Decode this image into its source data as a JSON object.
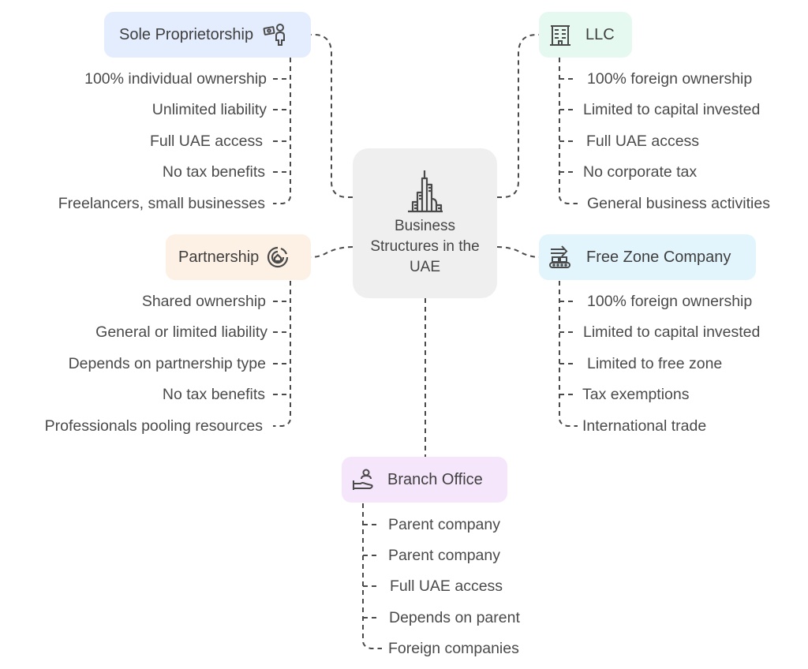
{
  "diagram": {
    "center": {
      "title": "Business Structures in the UAE",
      "icon": "skyscrapers-icon"
    },
    "branches": [
      {
        "id": "sole-proprietorship",
        "label": "Sole Proprietorship",
        "icon": "person-with-money-icon",
        "color": "#e3edfd",
        "side": "left",
        "items": [
          "100% individual ownership",
          "Unlimited liability",
          "Full UAE access",
          "No tax benefits",
          "Freelancers, small businesses"
        ]
      },
      {
        "id": "llc",
        "label": "LLC",
        "icon": "office-building-icon",
        "color": "#e6f9f0",
        "side": "right",
        "items": [
          "100% foreign ownership",
          "Limited to capital invested",
          "Full UAE access",
          "No corporate tax",
          "General business activities"
        ]
      },
      {
        "id": "partnership",
        "label": "Partnership",
        "icon": "shared-home-icon",
        "color": "#fdf0e4",
        "side": "left",
        "items": [
          "Shared ownership",
          "General or limited liability",
          "Depends on partnership type",
          "No tax benefits",
          "Professionals pooling resources"
        ]
      },
      {
        "id": "free-zone-company",
        "label": "Free Zone Company",
        "icon": "conveyor-export-icon",
        "color": "#e2f5fc",
        "side": "right",
        "items": [
          "100% foreign ownership",
          "Limited to capital invested",
          "Limited to free zone",
          "Tax exemptions",
          "International trade"
        ]
      },
      {
        "id": "branch-office",
        "label": "Branch Office",
        "icon": "hand-person-icon",
        "color": "#f6e6fb",
        "side": "bottom",
        "items": [
          "Parent company",
          "Parent company",
          "Full UAE access",
          "Depends on parent",
          "Foreign companies"
        ]
      }
    ],
    "connector_color": "#4a4a4a"
  }
}
